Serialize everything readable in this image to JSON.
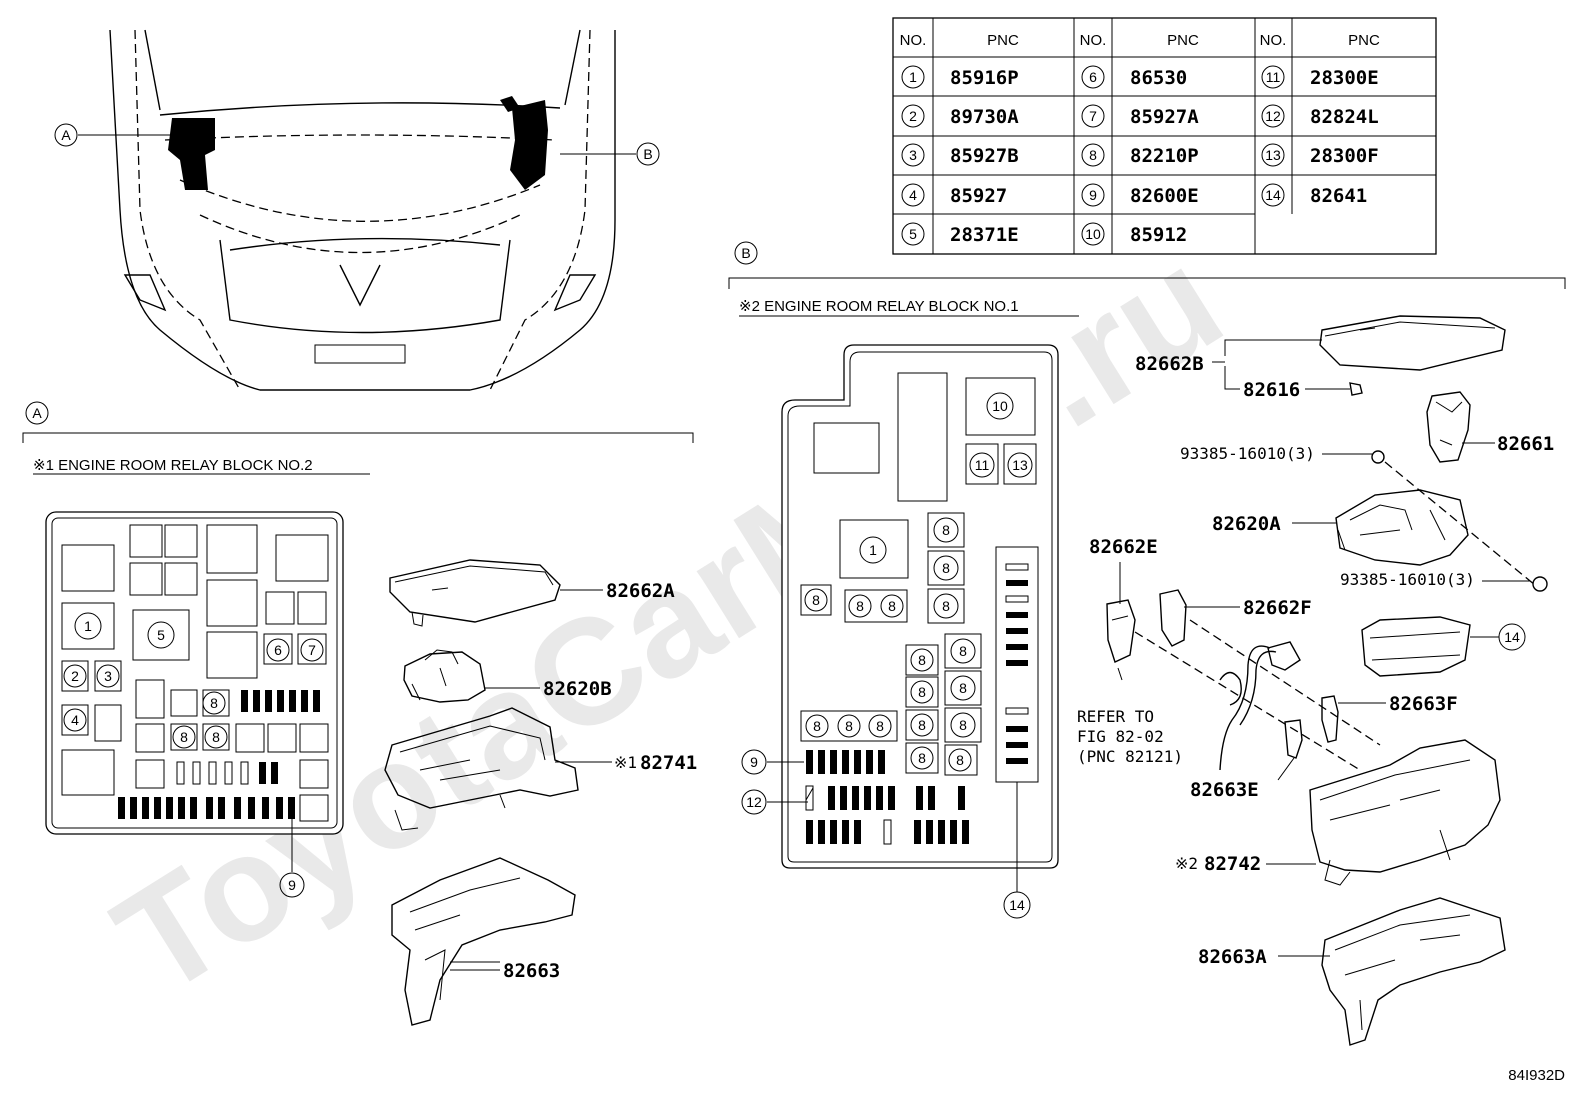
{
  "watermark": "ToyotaCarMine.ru",
  "table": {
    "headers": [
      "NO.",
      "PNC"
    ],
    "rows": [
      {
        "no": "1",
        "pnc": "85916P"
      },
      {
        "no": "2",
        "pnc": "89730A"
      },
      {
        "no": "3",
        "pnc": "85927B"
      },
      {
        "no": "4",
        "pnc": "85927"
      },
      {
        "no": "5",
        "pnc": "28371E"
      },
      {
        "no": "6",
        "pnc": "86530"
      },
      {
        "no": "7",
        "pnc": "85927A"
      },
      {
        "no": "8",
        "pnc": "82210P"
      },
      {
        "no": "9",
        "pnc": "82600E"
      },
      {
        "no": "10",
        "pnc": "85912"
      },
      {
        "no": "11",
        "pnc": "28300E"
      },
      {
        "no": "12",
        "pnc": "82824L"
      },
      {
        "no": "13",
        "pnc": "28300F"
      },
      {
        "no": "14",
        "pnc": "82641"
      }
    ]
  },
  "overview": {
    "marker_a": "A",
    "marker_b": "B"
  },
  "section_a": {
    "marker": "A",
    "title": "※1 ENGINE ROOM RELAY BLOCK NO.2",
    "callouts": {
      "c1": "1",
      "c2": "2",
      "c3": "3",
      "c4": "4",
      "c5": "5",
      "c6": "6",
      "c7": "7",
      "c8": "8",
      "c9": "9"
    },
    "parts": {
      "cover": "82662A",
      "holder": "82620B",
      "block": "82741",
      "block_prefix": "※1",
      "bracket": "82663"
    }
  },
  "section_b": {
    "marker": "B",
    "title": "※2 ENGINE ROOM RELAY BLOCK NO.1",
    "callouts": {
      "c1": "1",
      "c8": "8",
      "c9": "9",
      "c10": "10",
      "c11": "11",
      "c12": "12",
      "c13": "13",
      "c14": "14"
    },
    "parts": {
      "cover": "82662B",
      "clip": "82616",
      "cap": "82661",
      "bolt_top": "93385-16010(3)",
      "holder": "82620A",
      "bolt_bottom": "93385-16010(3)",
      "cover_e": "82662E",
      "cover_f": "82662F",
      "module": "14",
      "term_f": "82663F",
      "term_e": "82663E",
      "block": "82742",
      "block_prefix": "※2",
      "bracket": "82663A"
    },
    "refer": [
      "REFER TO",
      "FIG 82-02",
      "(PNC 82121)"
    ]
  },
  "figure_code": "84I932D"
}
